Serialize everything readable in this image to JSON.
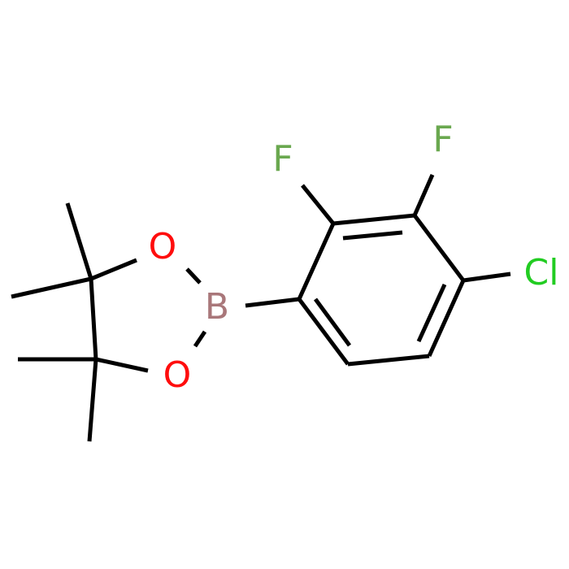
{
  "diagram": {
    "type": "chemical-structure",
    "atoms": [
      {
        "id": "F1",
        "label": "F",
        "color": "#6aa84f"
      },
      {
        "id": "F2",
        "label": "F",
        "color": "#6aa84f"
      },
      {
        "id": "Cl",
        "label": "Cl",
        "color": "#22cc22"
      },
      {
        "id": "O1",
        "label": "O",
        "color": "#ff0d0d"
      },
      {
        "id": "O2",
        "label": "O",
        "color": "#ff0d0d"
      },
      {
        "id": "B",
        "label": "B",
        "color": "#a9777a"
      }
    ],
    "colors": {
      "bond": "#000000",
      "background": "#ffffff"
    }
  }
}
